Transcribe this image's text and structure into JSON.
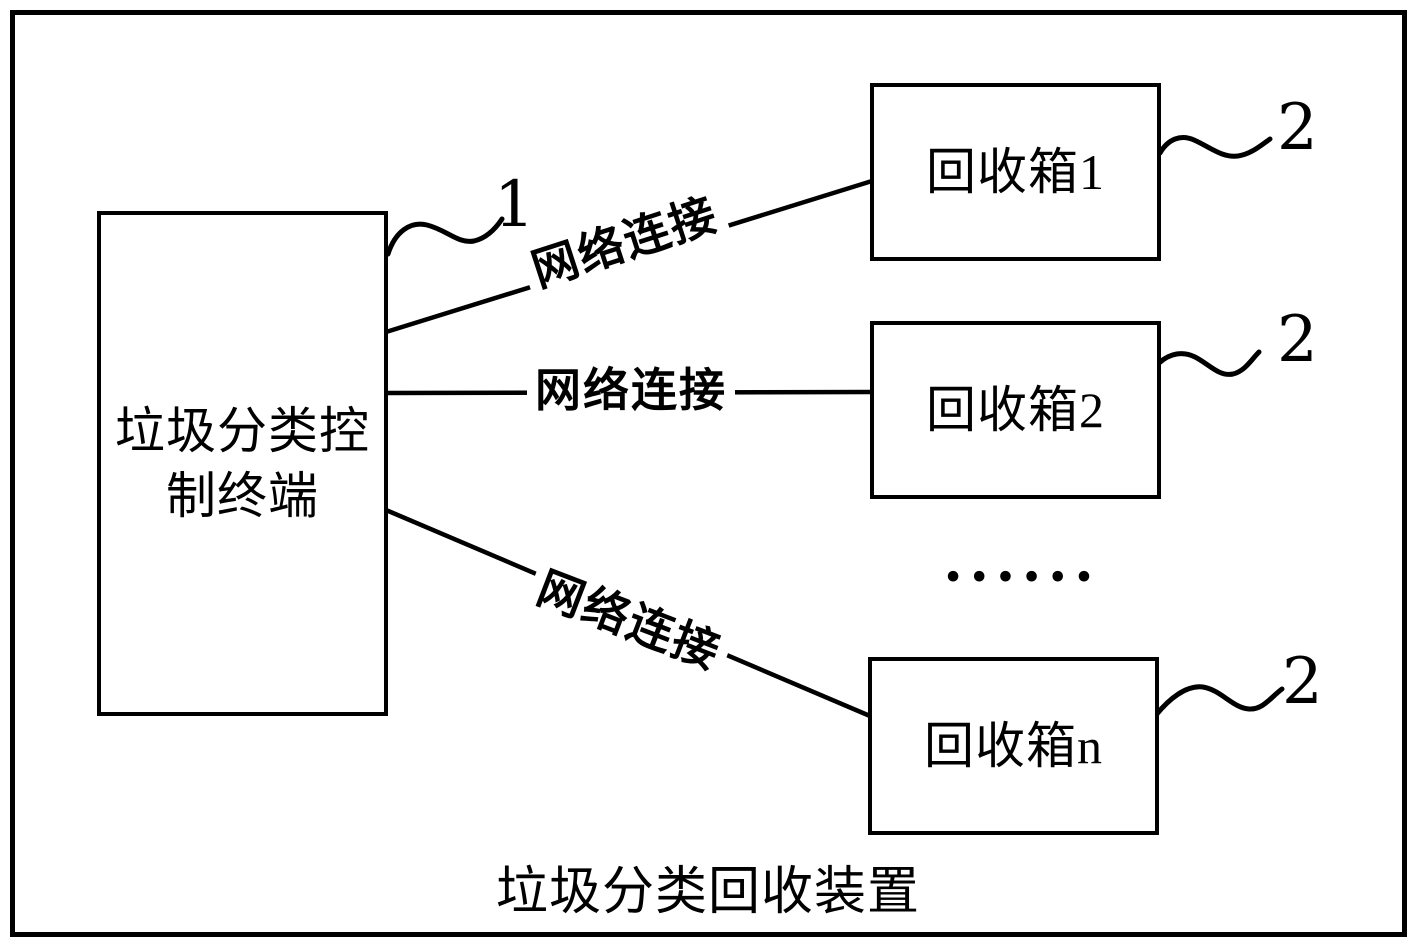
{
  "figure": {
    "caption": "垃圾分类回收装置",
    "controller": {
      "label_line1": "垃圾分类控",
      "label_line2": "制终端",
      "ref_number": "1"
    },
    "bins": [
      {
        "label": "回收箱1",
        "ref_number": "2"
      },
      {
        "label": "回收箱2",
        "ref_number": "2"
      },
      {
        "label": "回收箱n",
        "ref_number": "2"
      }
    ],
    "connections": [
      {
        "label": "网络连接"
      },
      {
        "label": "网络连接"
      },
      {
        "label": "网络连接"
      }
    ],
    "more_bins_ellipsis": "••••••",
    "colors": {
      "ink": "#000000",
      "background": "#ffffff"
    }
  }
}
